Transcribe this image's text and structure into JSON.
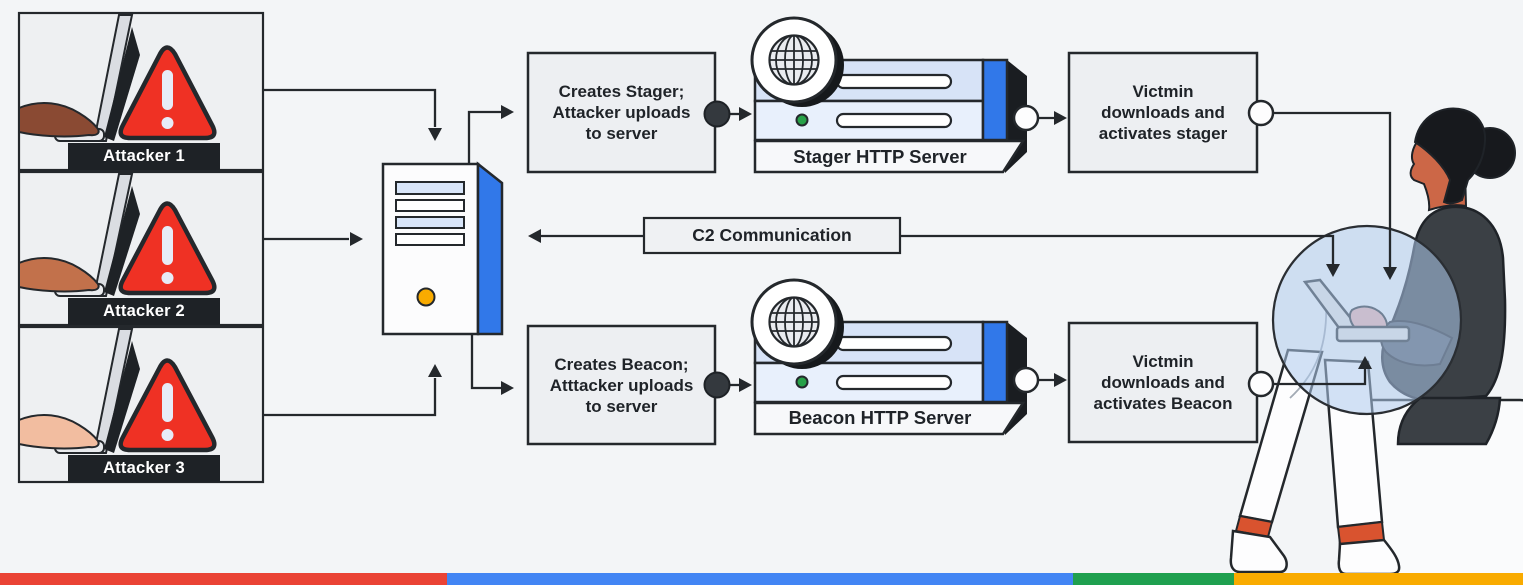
{
  "diagram": {
    "attackers": {
      "items": [
        {
          "label": "Attacker 1",
          "skin_tone": "#8A4A33"
        },
        {
          "label": "Attacker 2",
          "skin_tone": "#C2714B"
        },
        {
          "label": "Attacker 3",
          "skin_tone": "#F2BDA0"
        }
      ]
    },
    "flow": {
      "creates_stager": "Creates Stager;\nAttacker uploads\nto server",
      "stager_server": "Stager HTTP Server",
      "victim_stager": "Victmin\ndownloads and\nactivates stager",
      "c2": "C2 Communication",
      "creates_beacon": "Creates Beacon;\nAtttacker uploads\nto server",
      "beacon_server": "Beacon HTTP Server",
      "victim_beacon": "Victmin\ndownloads and\nactivates Beacon"
    },
    "colors": {
      "background": "#F3F5F7",
      "outline": "#24282C",
      "alert_red": "#EF3124",
      "server_blue": "#3178E9",
      "status_green": "#27A148",
      "power_orange": "#F9AB00",
      "person_skin": "#CC6747",
      "person_hair": "#17191D",
      "person_top": "#3B4045",
      "person_sock": "#D9532F",
      "person_hand": "#E9B0AB",
      "lens_blue": "#AECBED",
      "footer_red": "#EA4335",
      "footer_blue": "#4285F4",
      "footer_green": "#1FA04F",
      "footer_yellow": "#F9AB00"
    }
  }
}
